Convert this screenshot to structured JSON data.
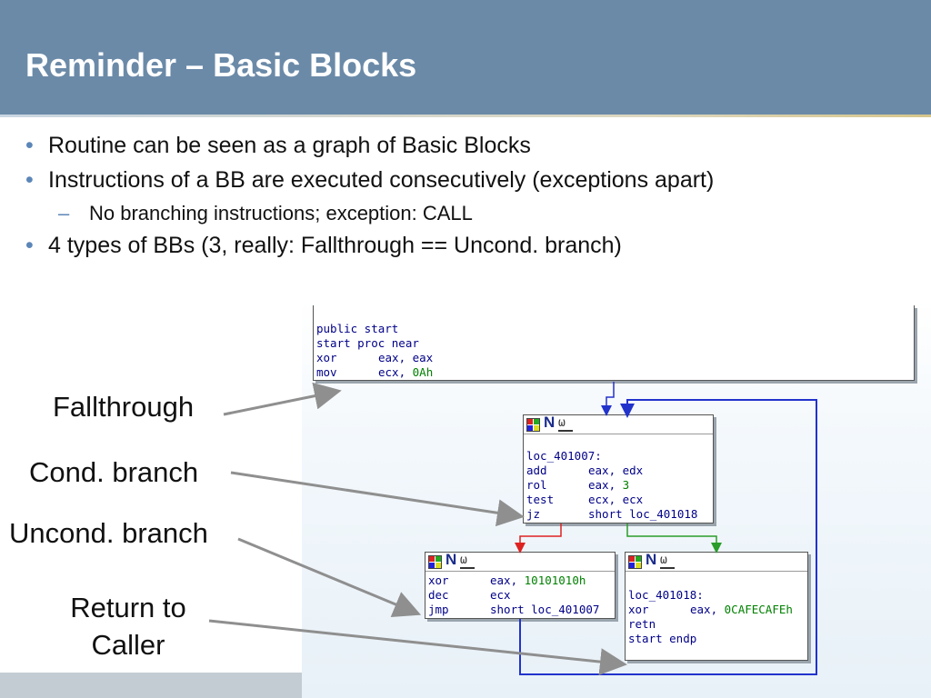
{
  "slide": {
    "title": "Reminder – Basic Blocks",
    "bullets": [
      {
        "marker": "•",
        "text": "Routine can be seen as a graph of Basic Blocks"
      },
      {
        "marker": "•",
        "text": "Instructions of a BB are executed consecutively (exceptions apart)"
      },
      {
        "marker": "–",
        "text": "No branching instructions; exception: CALL"
      },
      {
        "marker": "•",
        "text": "4 types of BBs (3, really: Fallthrough == Uncond. branch)"
      }
    ]
  },
  "annotations": {
    "fallthrough": "Fallthrough",
    "cond_branch": "Cond. branch",
    "uncond_branch": "Uncond. branch",
    "return_line1": "Return to",
    "return_line2": "Caller"
  },
  "blocks": {
    "start": {
      "lines": [
        {
          "op": "public start",
          "args": ""
        },
        {
          "op": "start proc near",
          "args": ""
        },
        {
          "op": "xor",
          "args": "eax, eax"
        },
        {
          "op": "mov",
          "args": "ecx, ",
          "num": "0Ah"
        }
      ]
    },
    "loop": {
      "lines": [
        {
          "op": "loc_401007:",
          "args": ""
        },
        {
          "op": "add",
          "args": "eax, edx"
        },
        {
          "op": "rol",
          "args": "eax, ",
          "num": "3"
        },
        {
          "op": "test",
          "args": "ecx, ecx"
        },
        {
          "op": "jz",
          "args": "short loc_401018"
        }
      ]
    },
    "left": {
      "lines": [
        {
          "op": "xor",
          "args": "eax, ",
          "num": "10101010h"
        },
        {
          "op": "dec",
          "args": "ecx"
        },
        {
          "op": "jmp",
          "args": "short loc_401007"
        }
      ]
    },
    "right": {
      "lines": [
        {
          "op": "",
          "args": ""
        },
        {
          "op": "loc_401018:",
          "args": ""
        },
        {
          "op": "xor",
          "args": "eax, ",
          "num": "0CAFECAFEh"
        },
        {
          "op": "retn",
          "args": ""
        },
        {
          "op": "start endp",
          "args": ""
        }
      ]
    }
  },
  "header_icon_letter": "N",
  "colors": {
    "header_bg": "#6b8aa8",
    "bullet_marker": "#5b86b8",
    "code_text": "#000088",
    "code_number": "#008000",
    "edge_true": "#2a9d2a",
    "edge_false": "#dd2222",
    "edge_uncond": "#2233cc",
    "annotation_arrow": "#8f8f8f"
  }
}
